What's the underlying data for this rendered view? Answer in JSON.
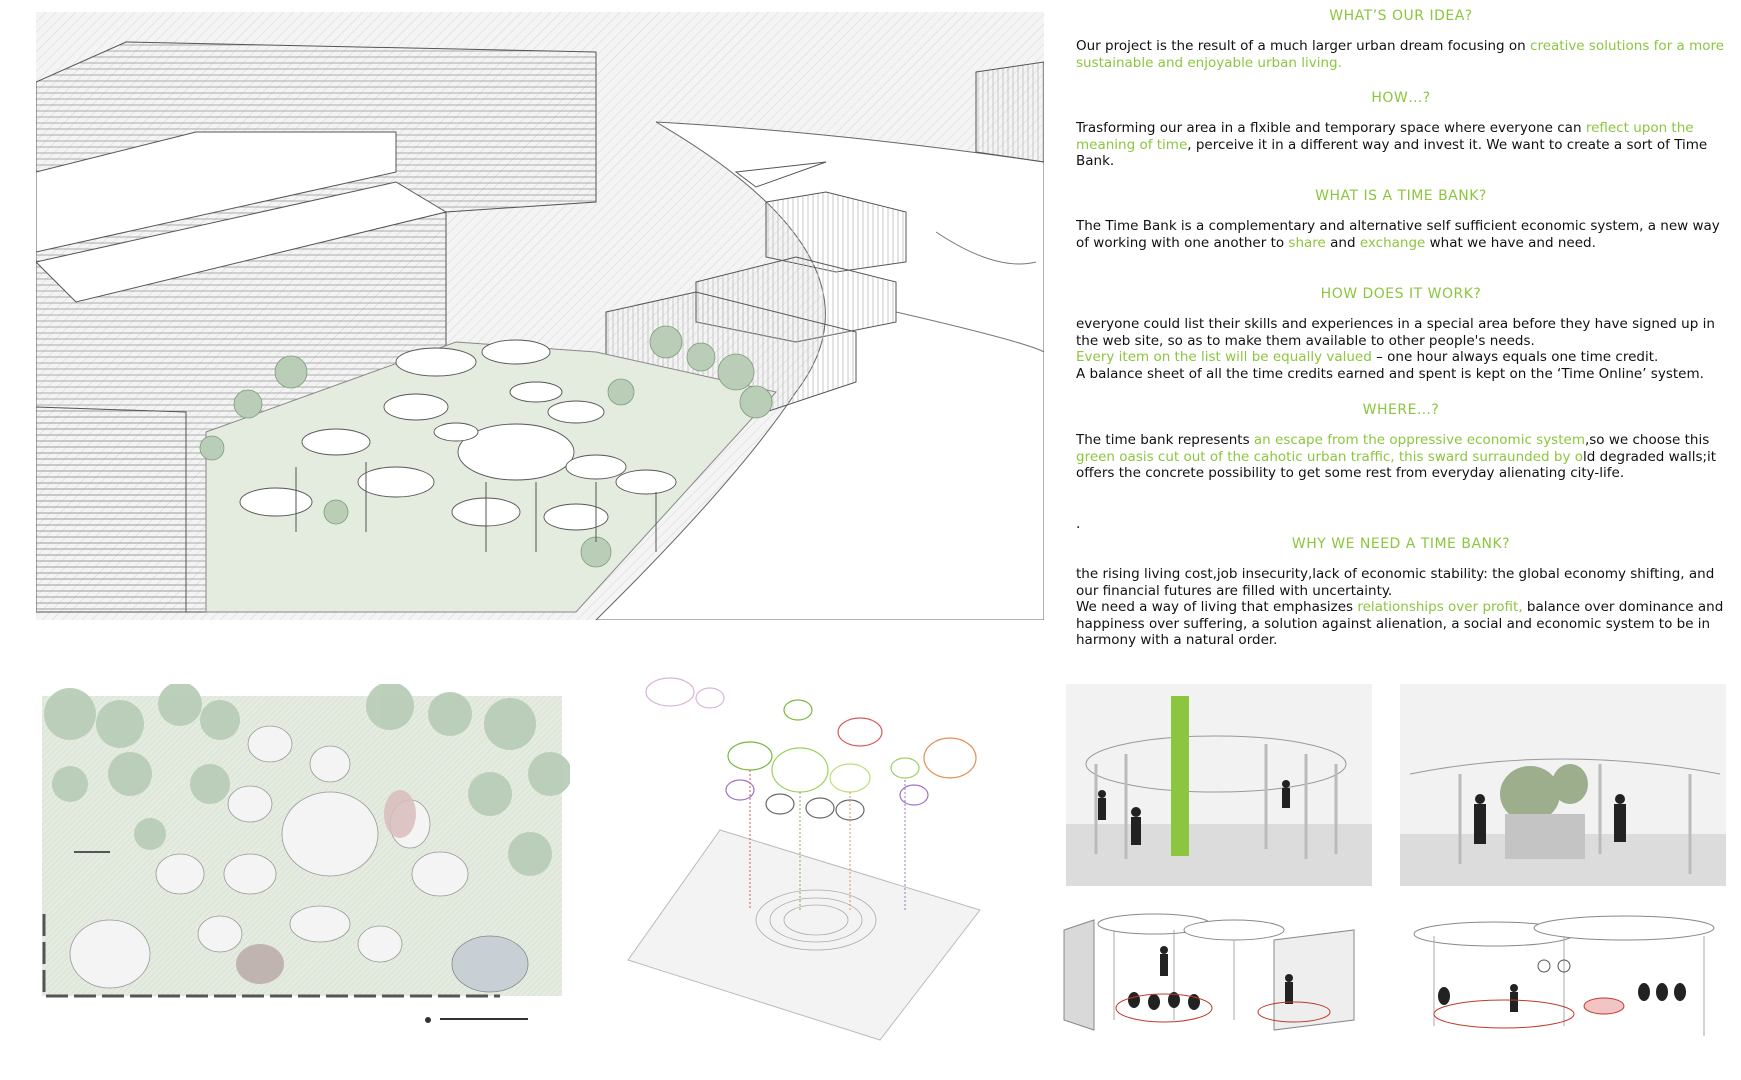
{
  "colors": {
    "accent_green": "#8cc63f",
    "lawn": "#e3ecdf",
    "tree": "#b9cdb7",
    "text": "#111111"
  },
  "sections": [
    {
      "heading": "WHAT’S OUR IDEA?",
      "parts": [
        {
          "t": "Our project is the result of a much larger urban dream focusing on "
        },
        {
          "t": "creative solutions for a more sustainable and enjoyable urban living.",
          "g": true
        }
      ]
    },
    {
      "heading": "HOW…?",
      "parts": [
        {
          "t": "Trasforming our area in a flxible and temporary space where everyone can "
        },
        {
          "t": "reflect upon the meaning of time",
          "g": true
        },
        {
          "t": ", perceive it in a different way and invest it. We want to create a sort of Time Bank."
        }
      ]
    },
    {
      "heading": "WHAT IS A TIME BANK?",
      "parts": [
        {
          "t": "The Time Bank is a complementary and alternative self sufficient economic system, a new way of working with one another to "
        },
        {
          "t": "share",
          "g": true
        },
        {
          "t": " and "
        },
        {
          "t": "exchange",
          "g": true
        },
        {
          "t": " what we have and need."
        }
      ]
    },
    {
      "heading": "HOW DOES IT WORK?",
      "parts": [
        {
          "t": "everyone could list their skills and experiences in a special area before they have signed up in the web site, so as to make them available to other people's needs."
        },
        {
          "br": true
        },
        {
          "t": "Every item on the list will be equally valued",
          "g": true
        },
        {
          "t": " – one hour always equals one time credit."
        },
        {
          "br": true
        },
        {
          "t": "A balance sheet of all the time credits  earned and spent is kept on the ‘Time Online’ system."
        }
      ]
    },
    {
      "heading": "WHERE…?",
      "parts": [
        {
          "t": "The  time bank represents "
        },
        {
          "t": "an escape from the oppressive economic system",
          "g": true
        },
        {
          "t": ",so we choose this "
        },
        {
          "t": "green oasis cut out of the cahotic urban traffic, this sward surraunded by o",
          "g": true
        },
        {
          "t": "ld degraded walls;it offers the         concrete possibility to get some rest from everyday alienating city-life."
        }
      ]
    },
    {
      "heading": "WHY WE NEED A TIME BANK?",
      "parts": [
        {
          "t": "the rising living cost,job insecurity,lack of economic stability: the global economy  shifting, and our financial futures are filled with uncertainty."
        },
        {
          "br": true
        },
        {
          "t": "We need a way of living that emphasizes "
        },
        {
          "t": "relationships over profit,",
          "g": true
        },
        {
          "t": " balance over dominance and happiness over suffering, a solution against alienation, a social and economic system to be in harmony with a natural order."
        }
      ]
    }
  ],
  "stray_dot": ".",
  "illustrations": {
    "aerial": "aerial-perspective-drawing",
    "plan": "site-plan-drawing",
    "axo": "exploded-axonometric-drawing",
    "scene1": "perspective-scene-time-bank",
    "scene2": "perspective-scene-garden",
    "scene3": "section-scene-theatre",
    "scene4": "section-scene-gym"
  }
}
